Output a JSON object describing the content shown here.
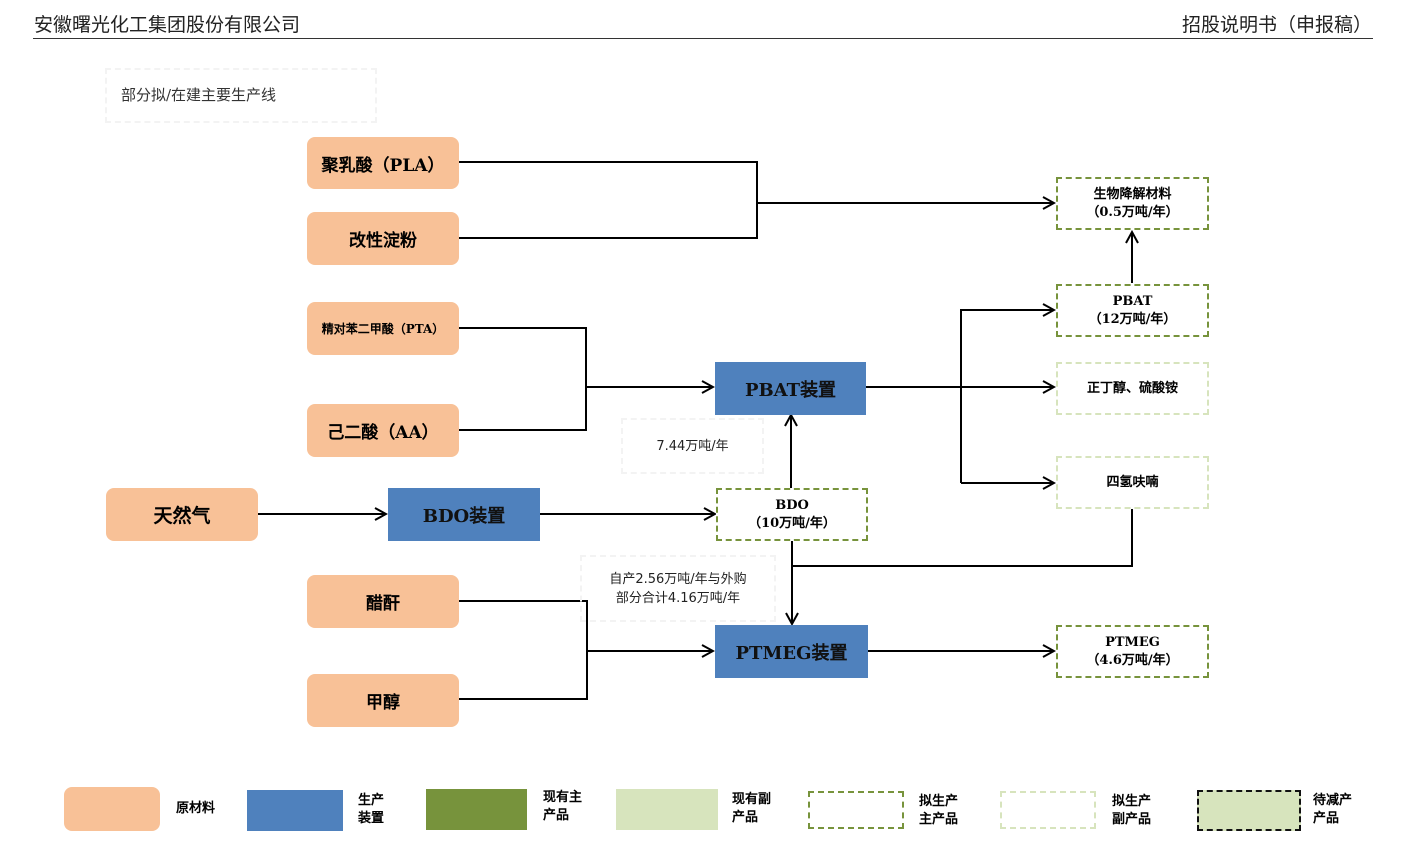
{
  "header": {
    "company": "安徽曙光化工集团股份有限公司",
    "document": "招股说明书（申报稿）"
  },
  "diagram": {
    "title": "部分拟/在建主要生产线",
    "raw_materials": {
      "pla": "聚乳酸（PLA）",
      "starch": "改性淀粉",
      "pta": "精对苯二甲酸（PTA）",
      "aa": "己二酸（AA）",
      "natural_gas": "天然气",
      "acetic_anhydride": "醋酐",
      "methanol": "甲醇"
    },
    "units": {
      "pbat": "PBAT装置",
      "bdo": "BDO装置",
      "ptmeg": "PTMEG装置"
    },
    "products": {
      "biodegradable": {
        "name": "生物降解材料",
        "capacity": "（0.5万吨/年）"
      },
      "pbat": {
        "name": "PBAT",
        "capacity": "（12万吨/年）"
      },
      "butanol": {
        "name": "正丁醇、硫酸铵"
      },
      "thf": {
        "name": "四氢呋喃"
      },
      "bdo": {
        "name": "BDO",
        "capacity": "（10万吨/年）"
      },
      "ptmeg": {
        "name": "PTMEG",
        "capacity": "（4.6万吨/年）"
      }
    },
    "notes": {
      "bdo_to_pbat": "7.44万吨/年",
      "bdo_to_ptmeg_line1": "自产2.56万吨/年与外购",
      "bdo_to_ptmeg_line2": "部分合计4.16万吨/年"
    }
  },
  "legend": [
    {
      "label_line1": "原材料",
      "label_line2": "",
      "color": "#f8c197",
      "style": "solid-rounded"
    },
    {
      "label_line1": "生产",
      "label_line2": "装置",
      "color": "#4f81bd",
      "style": "solid"
    },
    {
      "label_line1": "现有主",
      "label_line2": "产品",
      "color": "#77933c",
      "style": "solid"
    },
    {
      "label_line1": "现有副",
      "label_line2": "产品",
      "color": "#d7e4bd",
      "style": "solid"
    },
    {
      "label_line1": "拟生产",
      "label_line2": "主产品",
      "color": "#77933c",
      "style": "dashed"
    },
    {
      "label_line1": "拟生产",
      "label_line2": "副产品",
      "color": "#d7e4bd",
      "style": "dashed"
    },
    {
      "label_line1": "待减产",
      "label_line2": "产品",
      "color": "#d7e4bd",
      "style": "dashed-black-filled"
    }
  ],
  "colors": {
    "raw_material": "#f8c197",
    "production_unit": "#4f81bd",
    "existing_main": "#77933c",
    "existing_side": "#d7e4bd"
  }
}
